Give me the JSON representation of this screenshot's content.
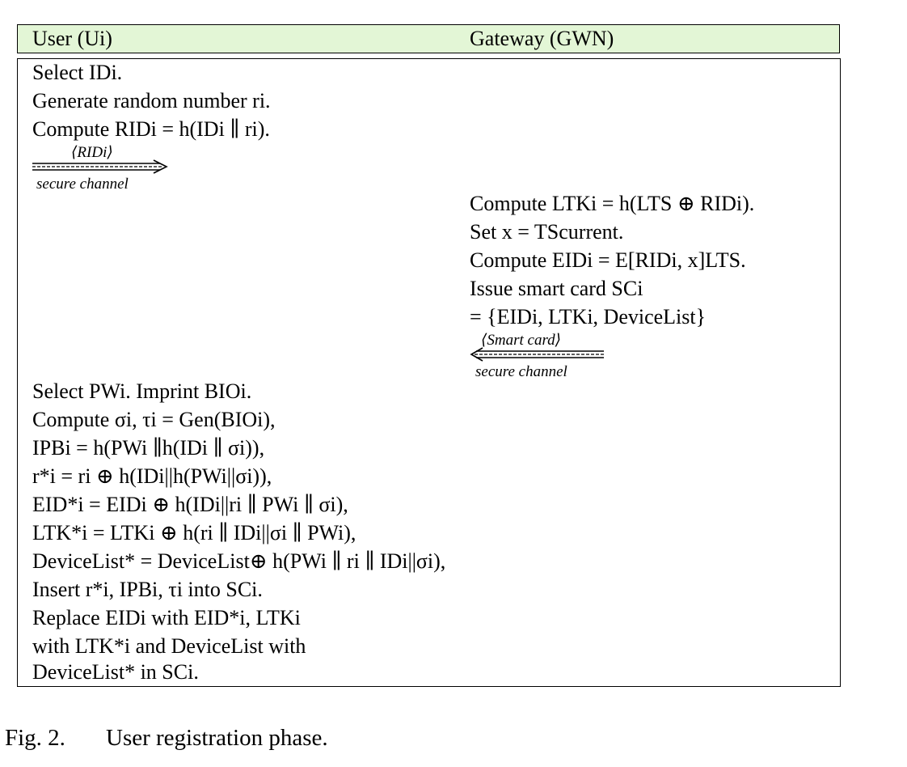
{
  "header": {
    "left": "User (Ui)",
    "right": "Gateway (GWN)"
  },
  "user_steps_1": [
    "Select IDi.",
    "Generate random number ri.",
    "Compute RIDi = h(IDi ∥ ri)."
  ],
  "arrow_to_gateway": {
    "label": "⟨RIDi⟩",
    "channel": "secure channel"
  },
  "gateway_steps": [
    "Compute LTKi = h(LTS ⊕ RIDi).",
    "Set x = TScurrent.",
    "Compute EIDi = E[RIDi, x]LTS.",
    "Issue smart card SCi",
    "= {EIDi, LTKi, DeviceList}"
  ],
  "arrow_to_user": {
    "label": "⟨Smart card⟩",
    "channel": "secure channel"
  },
  "user_steps_2": [
    "Select PWi. Imprint BIOi.",
    "Compute σi, τi = Gen(BIOi),",
    "IPBi = h(PWi ∥h(IDi ∥ σi)),",
    "r*i = ri ⊕ h(IDi||h(PWi||σi)),",
    "EID*i = EIDi ⊕ h(IDi||ri ∥ PWi ∥ σi),",
    "LTK*i = LTKi ⊕ h(ri ∥ IDi||σi ∥ PWi),",
    "DeviceList* = DeviceList⊕ h(PWi ∥ ri ∥ IDi||σi),",
    "Insert r*i, IPBi, τi into SCi.",
    "Replace EIDi with EID*i, LTKi",
    "with LTK*i and DeviceList with",
    "DeviceList* in SCi."
  ],
  "caption": {
    "label": "Fig. 2.",
    "text": "User registration phase."
  }
}
